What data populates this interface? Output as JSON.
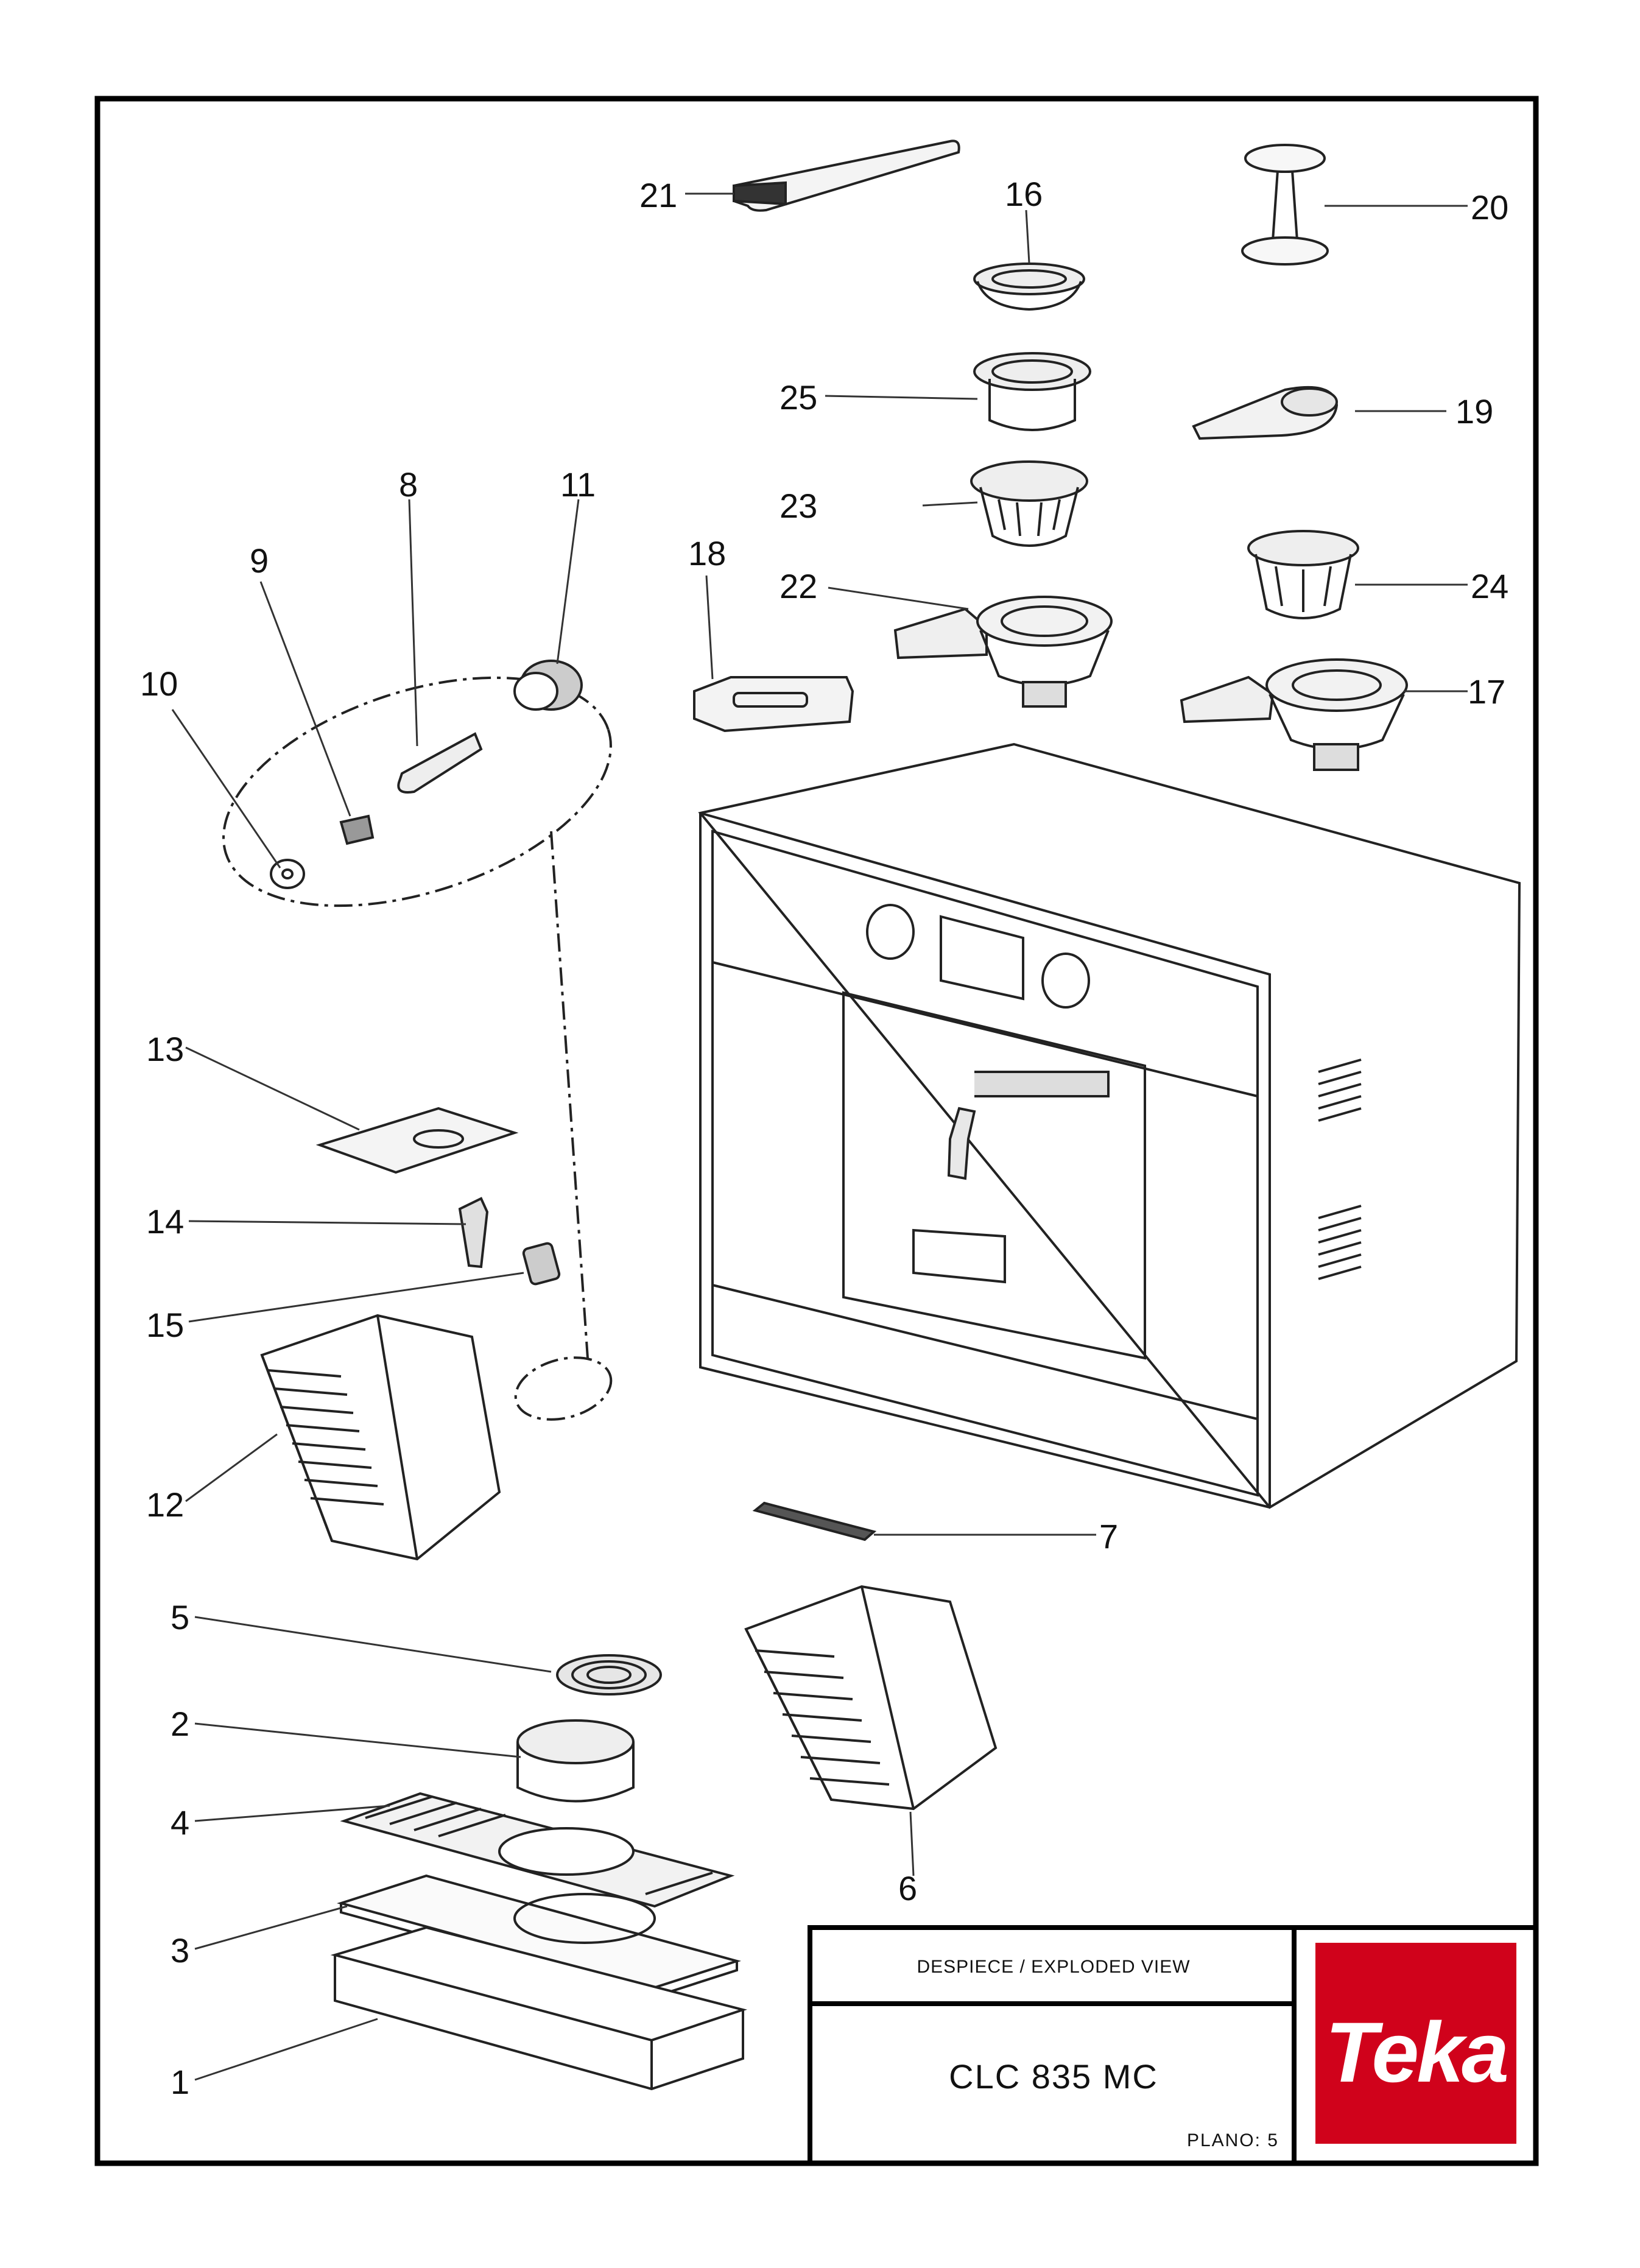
{
  "diagram": {
    "callouts": [
      "21",
      "16",
      "20",
      "25",
      "19",
      "8",
      "11",
      "23",
      "9",
      "18",
      "22",
      "24",
      "10",
      "17",
      "13",
      "14",
      "15",
      "12",
      "7",
      "5",
      "2",
      "4",
      "6",
      "3",
      "1"
    ]
  },
  "title_block": {
    "header": "DESPIECE / EXPLODED VIEW",
    "model": "CLC 835 MC",
    "plano": "PLANO: 5"
  },
  "logo": {
    "text": "Teka",
    "color": "#d0021b"
  }
}
